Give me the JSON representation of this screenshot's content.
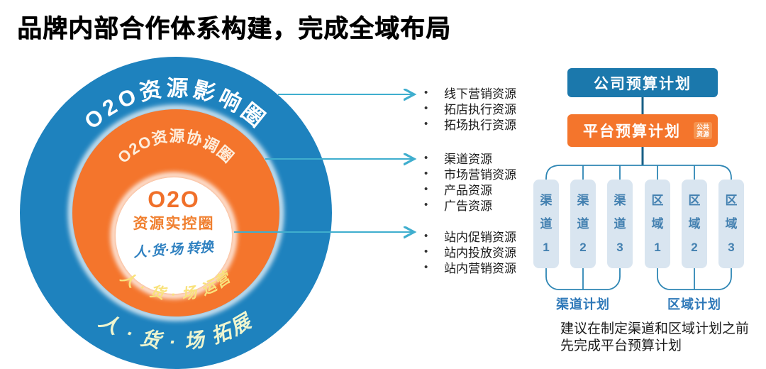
{
  "title": "品牌内部合作体系构建，完成全域布局",
  "glyphs": {
    "bullet": "•"
  },
  "circle_diagram": {
    "outer_ring_top": "O2O资源影响圈",
    "middle_ring_top": "O2O资源协调圈",
    "center_title": "O2O",
    "center_subtitle": "资源实控圈",
    "center_caption": "人·货·场 转换",
    "middle_ring_bottom": "人 · 货 · 场 运营",
    "outer_ring_bottom": "人 · 货 · 场 拓展"
  },
  "resource_groups": [
    {
      "name": "outer-ring-resources",
      "items": [
        "线下营销资源",
        "拓店执行资源",
        "拓场执行资源"
      ]
    },
    {
      "name": "middle-ring-resources",
      "items": [
        "渠道资源",
        "市场营销资源",
        "产品资源",
        "广告资源"
      ]
    },
    {
      "name": "inner-circle-resources",
      "items": [
        "站内促销资源",
        "站内投放资源",
        "站内营销资源"
      ]
    }
  ],
  "budget_flow": {
    "company_plan": "公司预算计划",
    "platform_plan": "平台预算计划",
    "platform_tag": "公共资源",
    "nodes": [
      "渠道1",
      "渠道2",
      "渠道3",
      "区域1",
      "区域2",
      "区域3"
    ],
    "channel_plan": "渠道计划",
    "region_plan": "区域计划",
    "note_line1": "建议在制定渠道和区域计划之前",
    "note_line2": "先完成平台预算计划"
  },
  "colors": {
    "ring_blue": "#1e82be",
    "ring_orange": "#f4752c",
    "arrow_teal": "#3faece",
    "company_box": "#1b78ac",
    "platform_box": "#f4752c",
    "platform_tag_bg": "#f6934f",
    "node_fill": "#d9e5f0",
    "node_text": "#4380b0",
    "tree_line": "#2e86b4",
    "plan_label": "#2e78b8"
  }
}
